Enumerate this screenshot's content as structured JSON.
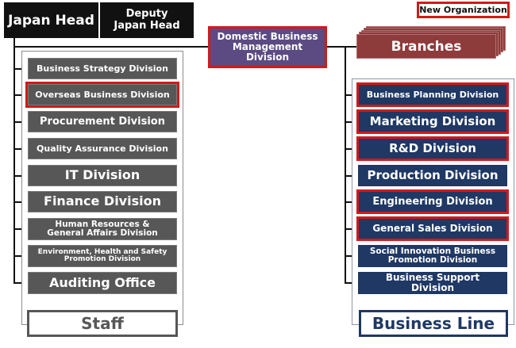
{
  "header": {
    "japan_head": "Japan Head",
    "deputy_head_line1": "Deputy",
    "deputy_head_line2": "Japan Head",
    "new_org_legend": "New Organization"
  },
  "center": {
    "domestic_line1": "Domestic Business",
    "domestic_line2": "Management",
    "domestic_line3": "Division",
    "branches": "Branches"
  },
  "staff": {
    "footer_label": "Staff",
    "items": [
      {
        "line1": "Business Strategy Division",
        "line2": "",
        "new": false
      },
      {
        "line1": "Overseas Business Division",
        "line2": "",
        "new": true
      },
      {
        "line1": "Procurement Division",
        "line2": "",
        "new": false
      },
      {
        "line1": "Quality Assurance Division",
        "line2": "",
        "new": false
      },
      {
        "line1": "IT Division",
        "line2": "",
        "new": false
      },
      {
        "line1": "Finance Division",
        "line2": "",
        "new": false
      },
      {
        "line1": "Human Resources &",
        "line2": "General Affairs Division",
        "new": false
      },
      {
        "line1": "Environment, Health and Safety",
        "line2": "Promotion Division",
        "new": false
      },
      {
        "line1": "Auditing Office",
        "line2": "",
        "new": false
      }
    ]
  },
  "business_line": {
    "footer_label": "Business Line",
    "items": [
      {
        "line1": "Business Planning Division",
        "line2": "",
        "new": true
      },
      {
        "line1": "Marketing Division",
        "line2": "",
        "new": true
      },
      {
        "line1": "R&D Division",
        "line2": "",
        "new": true
      },
      {
        "line1": "Production Division",
        "line2": "",
        "new": false
      },
      {
        "line1": "Engineering Division",
        "line2": "",
        "new": true
      },
      {
        "line1": "General Sales Division",
        "line2": "",
        "new": true
      },
      {
        "line1": "Social Innovation Business",
        "line2": "Promotion Division",
        "new": false
      },
      {
        "line1": "Business Support",
        "line2": "Division",
        "new": false
      }
    ]
  },
  "colors": {
    "head_black": "#111111",
    "staff_gray": "#575757",
    "business_navy": "#1f3864",
    "domestic_purple": "#5b4b82",
    "branches_red": "#8e3b3b",
    "new_org_red": "#d11a1a"
  }
}
